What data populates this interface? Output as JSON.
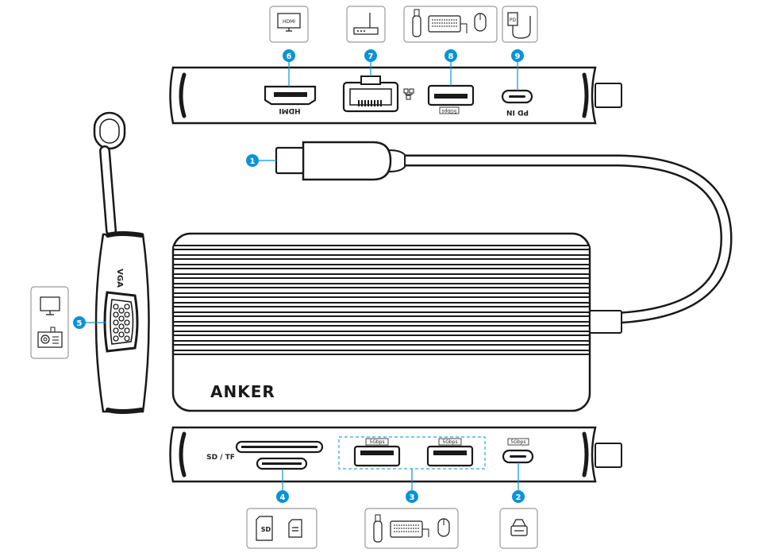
{
  "brand": "ANKER",
  "labels": {
    "vga": "VGA",
    "hdmi": "HDMI",
    "sd_tf": "SD / TF",
    "sd_icon": "SD",
    "pd_in": "PD IN",
    "pd_icon": "PD",
    "hdmi_icon": "HDMI",
    "speed_usb_a_1": "5Gbps",
    "speed_usb_a_2": "5Gbps",
    "speed_usb_a_top": "5Gbps",
    "speed_usb_c": "5Gbps"
  },
  "callouts": [
    {
      "num": "1",
      "part": "usb-c-plug"
    },
    {
      "num": "2",
      "part": "usb-c-data-port"
    },
    {
      "num": "3",
      "part": "usb-a-ports"
    },
    {
      "num": "4",
      "part": "sd-tf-slots"
    },
    {
      "num": "5",
      "part": "vga-port"
    },
    {
      "num": "6",
      "part": "hdmi-port"
    },
    {
      "num": "7",
      "part": "ethernet-port"
    },
    {
      "num": "8",
      "part": "usb-a-top-port"
    },
    {
      "num": "9",
      "part": "usb-c-pd-port"
    }
  ],
  "colors": {
    "callout": "#0b93d6",
    "outline": "#1a1a1a",
    "icon_box": "#9a9a9a",
    "dashed": "#2aa3dc"
  }
}
